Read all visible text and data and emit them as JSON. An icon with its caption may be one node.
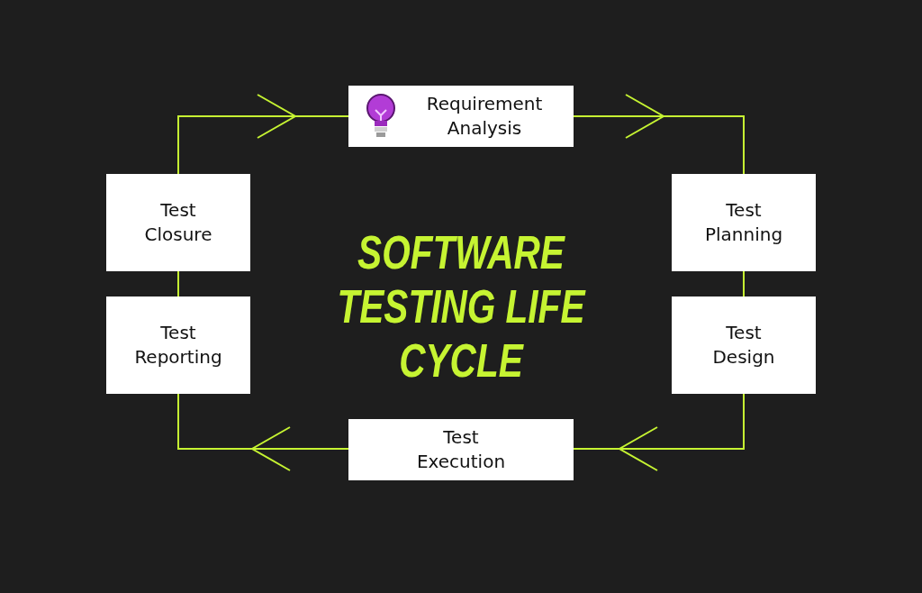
{
  "diagram": {
    "title": "SOFTWARE TESTING LIFE CYCLE",
    "nodes": [
      {
        "text": [
          "Requirement Analysis"
        ]
      },
      {
        "text": [
          "Test Planning"
        ]
      },
      {
        "text": [
          "Test Design"
        ]
      },
      {
        "text": [
          "Test Execution"
        ]
      },
      {
        "text": [
          "Test Reporting"
        ]
      },
      {
        "text": [
          "Test Closure"
        ]
      }
    ],
    "edges": [
      {
        "from": 0,
        "to": 1,
        "arrow": "to"
      },
      {
        "from": 1,
        "to": 2,
        "arrow": "none"
      },
      {
        "from": 2,
        "to": 3,
        "arrow": "to"
      },
      {
        "from": 3,
        "to": 4,
        "arrow": "to"
      },
      {
        "from": 4,
        "to": 5,
        "arrow": "none"
      },
      {
        "from": 5,
        "to": 0,
        "arrow": "to"
      }
    ]
  }
}
